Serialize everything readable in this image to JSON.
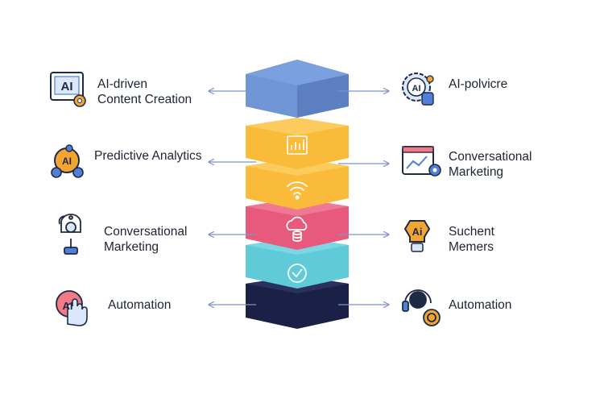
{
  "diagram": {
    "left_items": [
      {
        "label_lines": [
          "AI-driven",
          "Content Creation"
        ],
        "icon": "ai-screen-gear-icon",
        "icon_text": "AI"
      },
      {
        "label_lines": [
          "Predictive Analytics"
        ],
        "icon": "ai-gear-cluster-icon",
        "icon_text": "AI"
      },
      {
        "label_lines": [
          "Conversational",
          "Marketing"
        ],
        "icon": "robot-chat-icon"
      },
      {
        "label_lines": [
          "Automation"
        ],
        "icon": "ai-hand-icon",
        "icon_text": "AI"
      }
    ],
    "right_items": [
      {
        "label_lines": [
          "AI-polvicre"
        ],
        "icon": "ai-gear-person-icon",
        "icon_text": "AI"
      },
      {
        "label_lines": [
          "Conversational",
          "Marketing"
        ],
        "icon": "chart-monitor-gear-icon"
      },
      {
        "label_lines": [
          "Suchent",
          "Memers"
        ],
        "icon": "ai-lightbulb-icon",
        "icon_text": "Ai"
      },
      {
        "label_lines": [
          "Automation"
        ],
        "icon": "headset-coin-icon"
      }
    ],
    "layers": [
      {
        "color": "#6f95d6",
        "side": "#5b7fc0",
        "icon": "none"
      },
      {
        "color": "#fbbb3a",
        "side": "#e6a52a",
        "icon": "chart-icon"
      },
      {
        "color": "#fbbb3a",
        "side": "#e6a52a",
        "icon": "wifi-icon"
      },
      {
        "color": "#e85a7d",
        "side": "#d04a6c",
        "icon": "cloud-database-icon"
      },
      {
        "color": "#5fcbd9",
        "side": "#4bb6c5",
        "icon": "check-circle-icon"
      },
      {
        "color": "#1b2047",
        "side": "#141838",
        "icon": "none"
      }
    ],
    "colors": {
      "connector": "#7c95c9",
      "text": "#1d2433",
      "icon_stroke": "#1f2a44",
      "icon_blue": "#4f7fd6",
      "icon_orange": "#f3a531",
      "icon_pink": "#f07a86"
    }
  }
}
